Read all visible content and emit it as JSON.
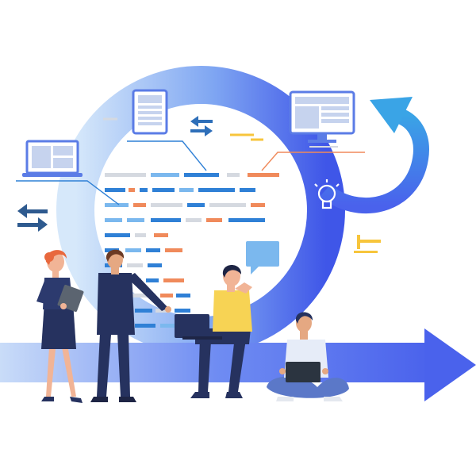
{
  "illustration": {
    "subject": "team-workflow-cycle",
    "palette": {
      "cycle_light": "#cfe3f8",
      "cycle_dark": "#4a62ec",
      "arrow_blue": "#5a72f2",
      "return_arrow": "#3aa4e6",
      "code_blue": "#2f80d6",
      "code_light_blue": "#7bb8ee",
      "code_orange": "#f08a5b",
      "code_gray": "#d5d9e0",
      "accent_yellow": "#f7c53c",
      "suit_navy": "#26325f",
      "shirt_yellow": "#f7d354",
      "hair_orange": "#e8683d",
      "skin": "#f1b496"
    },
    "icons": [
      "laptop-icon",
      "tablet-icon",
      "monitor-icon",
      "swap-arrows-icon",
      "lightbulb-icon",
      "chat-bubble-icon"
    ],
    "people": [
      "woman-with-tablet",
      "man-pointing",
      "man-with-laptop-sitting",
      "man-with-laptop-cross-legged"
    ]
  }
}
